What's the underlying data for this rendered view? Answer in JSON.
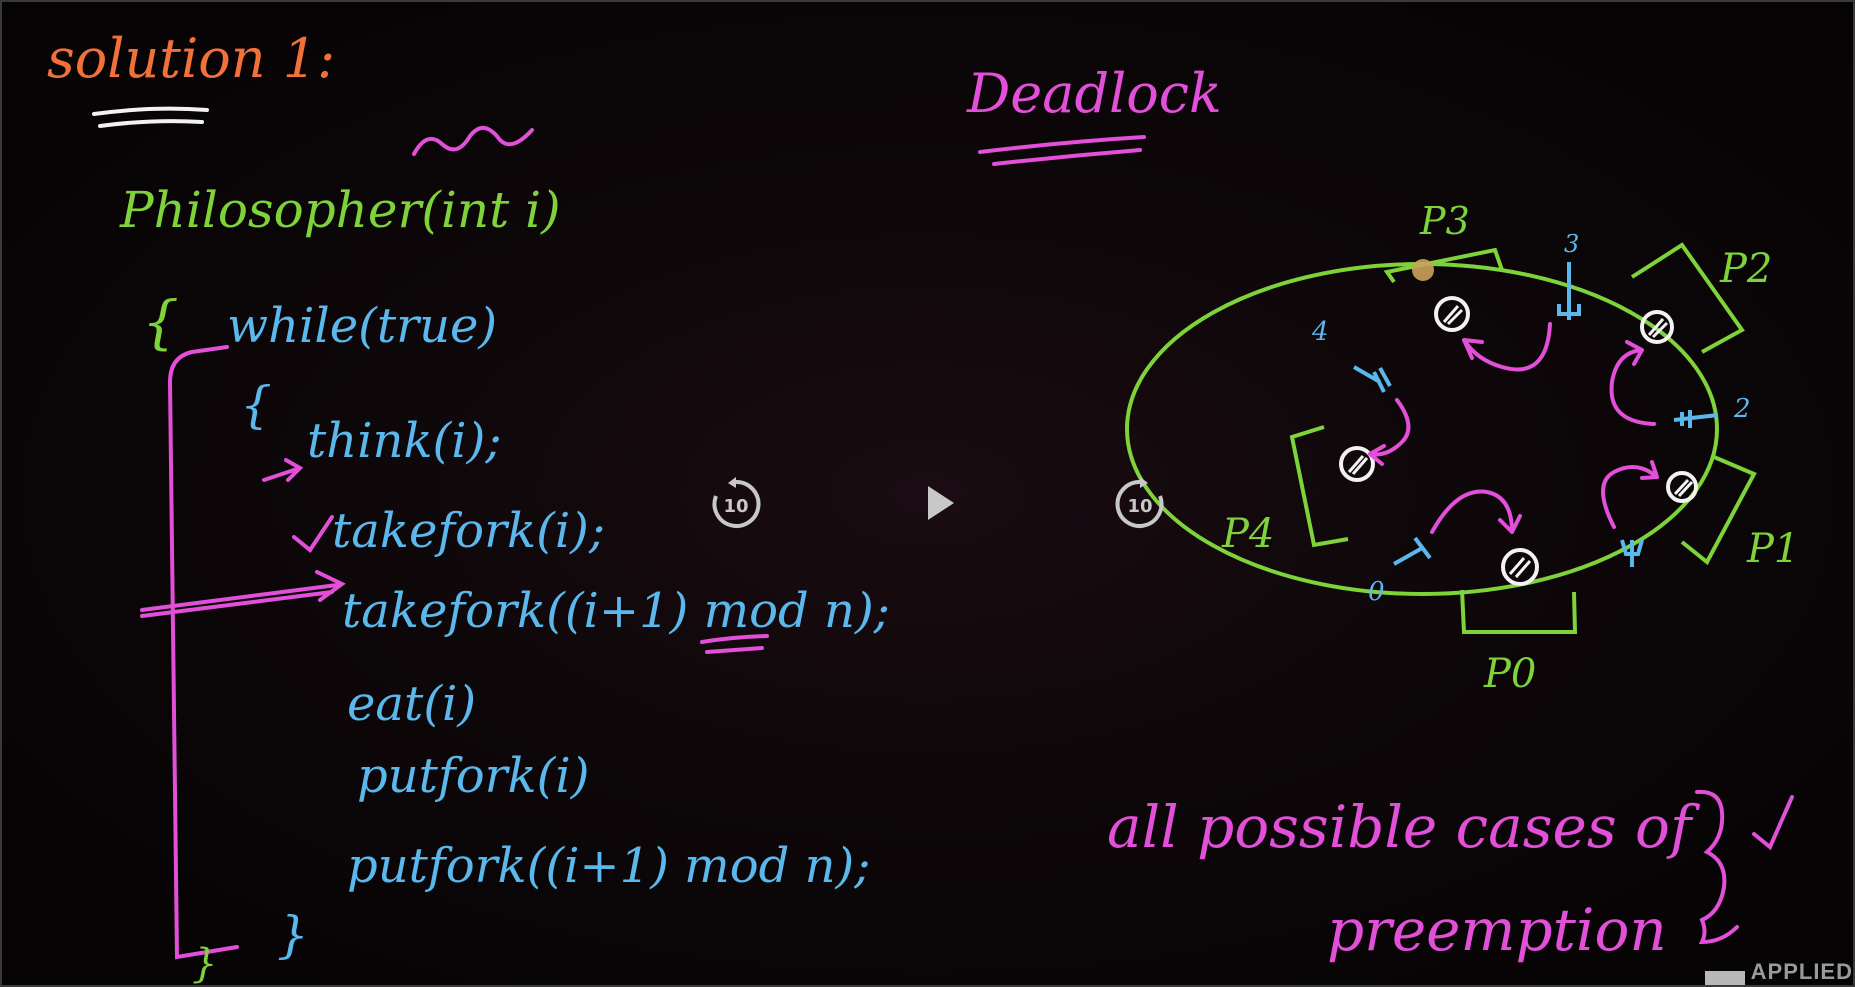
{
  "left": {
    "title": "solution 1:",
    "signature": "Philosopher(int i)",
    "code": {
      "open_brace": "{",
      "while": "while(true)",
      "inner_open": "{",
      "think": "think(i);",
      "take1": "takefork(i);",
      "take2": "takefork((i+1) mod n);",
      "eat": "eat(i)",
      "put1": "putfork(i)",
      "put2": "putfork((i+1) mod n);",
      "inner_close": "}",
      "outer_close": "}"
    }
  },
  "right": {
    "title": "Deadlock",
    "philosophers": [
      "P0",
      "P1",
      "P2",
      "P3",
      "P4"
    ],
    "forks": [
      "0",
      "2",
      "3",
      "4"
    ],
    "note_line1": "all possible cases of",
    "note_line2": "preemption"
  },
  "player": {
    "replay_left_label": "10",
    "replay_right_label": "10",
    "logo_text": "APPLIED"
  },
  "colors": {
    "orange": "#f2703a",
    "green": "#7ed23a",
    "cyan": "#5ab8ec",
    "magenta": "#e24fd9",
    "white": "#f2f2f2"
  }
}
